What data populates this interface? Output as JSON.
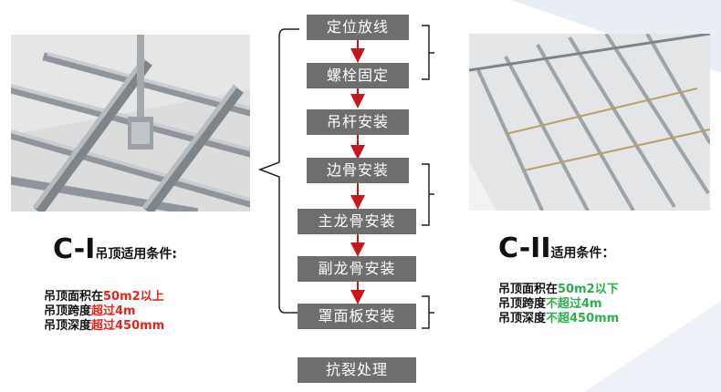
{
  "steps": [
    "定位放线",
    "螺栓固定",
    "吊杆安装",
    "边骨安装",
    "主龙骨安装",
    "副龙骨安装",
    "罩面板安装",
    "抗裂处理"
  ],
  "left_title": {
    "main": "C-I",
    "suffix": "吊顶适用条件:"
  },
  "left_conditions": [
    {
      "label": "吊顶面积在",
      "value": "50m2以上"
    },
    {
      "label": "吊顶跨度",
      "value": "超过4m"
    },
    {
      "label": "吊顶深度",
      "value": "超过450mm"
    }
  ],
  "right_title": {
    "main": "C-II",
    "suffix": "适用条件："
  },
  "right_conditions": [
    {
      "label": "吊顶面积在",
      "value": "50m2以下"
    },
    {
      "label": "吊顶跨度",
      "value": "不超过4m"
    },
    {
      "label": "吊顶深度",
      "value": "不超450mm"
    }
  ],
  "colors": {
    "step_box": "#6e6e6e",
    "arrow": "#c8161d",
    "left_highlight": "#e8231f",
    "right_highlight": "#2bb04a"
  },
  "photos": {
    "left": "ceiling-keel-frame-photo",
    "right": "installed-ceiling-keel-photo"
  }
}
